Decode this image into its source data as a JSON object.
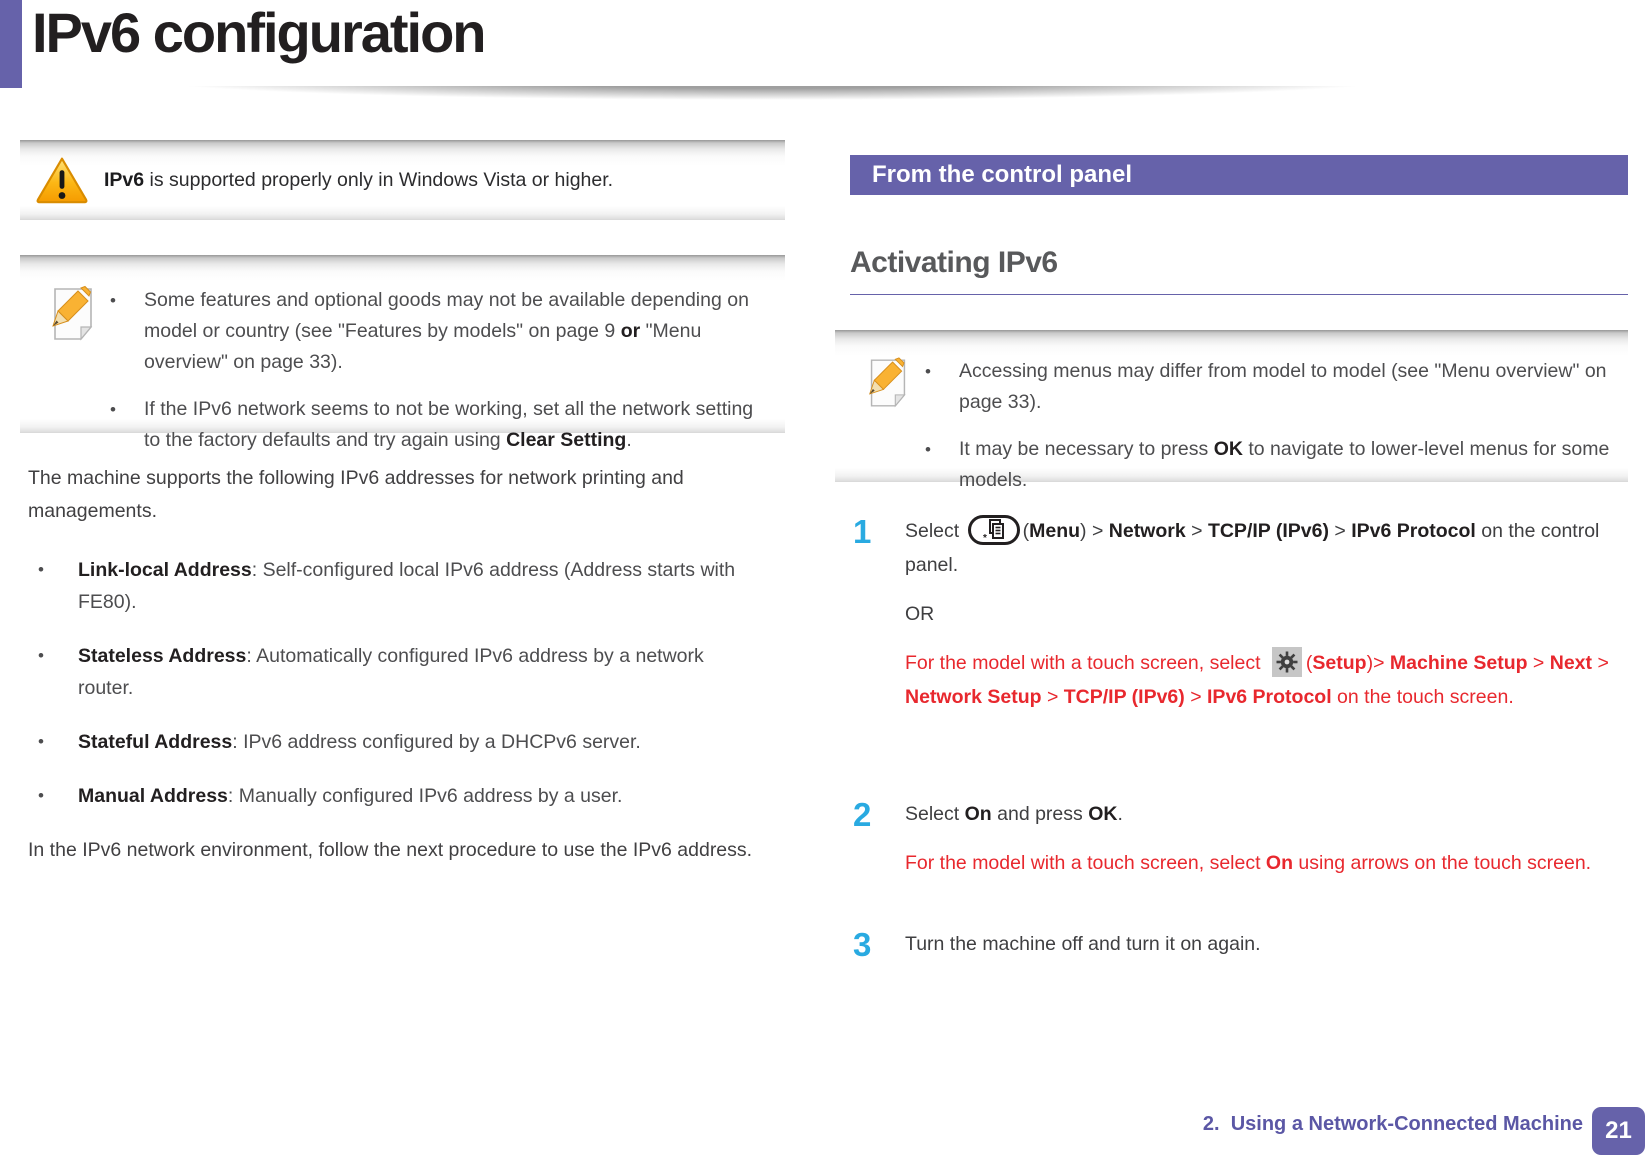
{
  "header": {
    "title": "IPv6 configuration"
  },
  "colors": {
    "accent_purple": "#6662aa",
    "step_cyan": "#29aae1",
    "alert_red": "#e8282e"
  },
  "icons": {
    "warning": "warning-triangle-icon",
    "note": "pencil-note-icon",
    "menu": "menu-button-icon",
    "setup": "setup-gear-icon"
  },
  "left": {
    "warning": {
      "segments": [
        {
          "t": "IPv6",
          "b": true
        },
        {
          "t": " is supported properly only in Windows Vista or higher."
        }
      ]
    },
    "note": {
      "bullets": [
        {
          "segments": [
            {
              "t": "Some features and optional goods may not be available depending on model or country (see \"Features by models\" on page 9 "
            },
            {
              "t": "or",
              "b": true
            },
            {
              "t": " \"Menu overview\" on page 33)."
            }
          ]
        },
        {
          "segments": [
            {
              "t": "If the IPv6 network seems to not be working, set all the network setting to the factory defaults and try again using "
            },
            {
              "t": "Clear Setting",
              "b": true
            },
            {
              "t": "."
            }
          ]
        }
      ]
    },
    "intro": "The machine supports the following IPv6 addresses for network printing and managements.",
    "address_bullets": [
      {
        "segments": [
          {
            "t": "Link-local Address",
            "b": true
          },
          {
            "t": ": Self-configured local IPv6 address (Address starts with FE80)."
          }
        ]
      },
      {
        "segments": [
          {
            "t": "Stateless Address",
            "b": true
          },
          {
            "t": ": Automatically configured IPv6 address by a network router."
          }
        ]
      },
      {
        "segments": [
          {
            "t": "Stateful Address",
            "b": true
          },
          {
            "t": ": IPv6 address configured by a DHCPv6 server."
          }
        ]
      },
      {
        "segments": [
          {
            "t": "Manual Address",
            "b": true
          },
          {
            "t": ": Manually configured IPv6 address by a user."
          }
        ]
      }
    ],
    "outro": "In the IPv6 network environment, follow the next procedure to use the IPv6 address."
  },
  "right": {
    "section_header": "From the control panel",
    "subheading": "Activating IPv6",
    "note": {
      "bullets": [
        {
          "segments": [
            {
              "t": "Accessing menus may differ from model to model (see \"Menu overview\" on page 33)."
            }
          ]
        },
        {
          "segments": [
            {
              "t": "It may be necessary to press "
            },
            {
              "t": "OK",
              "b": true
            },
            {
              "t": " to navigate to lower-level menus for some models."
            }
          ]
        }
      ]
    },
    "step1": {
      "num": "1",
      "line1a": [
        {
          "t": "Select "
        }
      ],
      "line1b": [
        {
          "t": "("
        },
        {
          "t": "Menu",
          "b": true
        },
        {
          "t": ") > "
        },
        {
          "t": "Network",
          "b": true
        },
        {
          "t": " > "
        },
        {
          "t": "TCP/IP (IPv6)",
          "b": true
        },
        {
          "t": " > "
        },
        {
          "t": "IPv6 Protocol",
          "b": true
        },
        {
          "t": " on the control panel."
        }
      ],
      "or_label": "OR",
      "line2a": [
        {
          "t": "For the model with a touch screen, select "
        }
      ],
      "line2b": [
        {
          "t": "("
        },
        {
          "t": "Setup",
          "b": true
        },
        {
          "t": ")> "
        },
        {
          "t": "Machine Setup",
          "b": true
        },
        {
          "t": " > "
        },
        {
          "t": "Next",
          "b": true
        },
        {
          "t": " > "
        },
        {
          "t": "Network Setup",
          "b": true
        },
        {
          "t": " > "
        },
        {
          "t": "TCP/IP (IPv6)",
          "b": true
        },
        {
          "t": " > "
        },
        {
          "t": "IPv6 Protocol",
          "b": true
        },
        {
          "t": " on the touch screen."
        }
      ]
    },
    "step2": {
      "num": "2",
      "line1": [
        {
          "t": "Select "
        },
        {
          "t": "On",
          "b": true
        },
        {
          "t": " and press "
        },
        {
          "t": "OK",
          "b": true
        },
        {
          "t": "."
        }
      ],
      "line2": [
        {
          "t": "For the model with a touch screen, select "
        },
        {
          "t": "On",
          "b": true
        },
        {
          "t": " using arrows on the touch screen."
        }
      ]
    },
    "step3": {
      "num": "3",
      "line1": [
        {
          "t": "Turn the machine off and turn it on again."
        }
      ]
    }
  },
  "footer": {
    "chapter": "2.  Using a Network-Connected Machine",
    "page_number": "21"
  }
}
